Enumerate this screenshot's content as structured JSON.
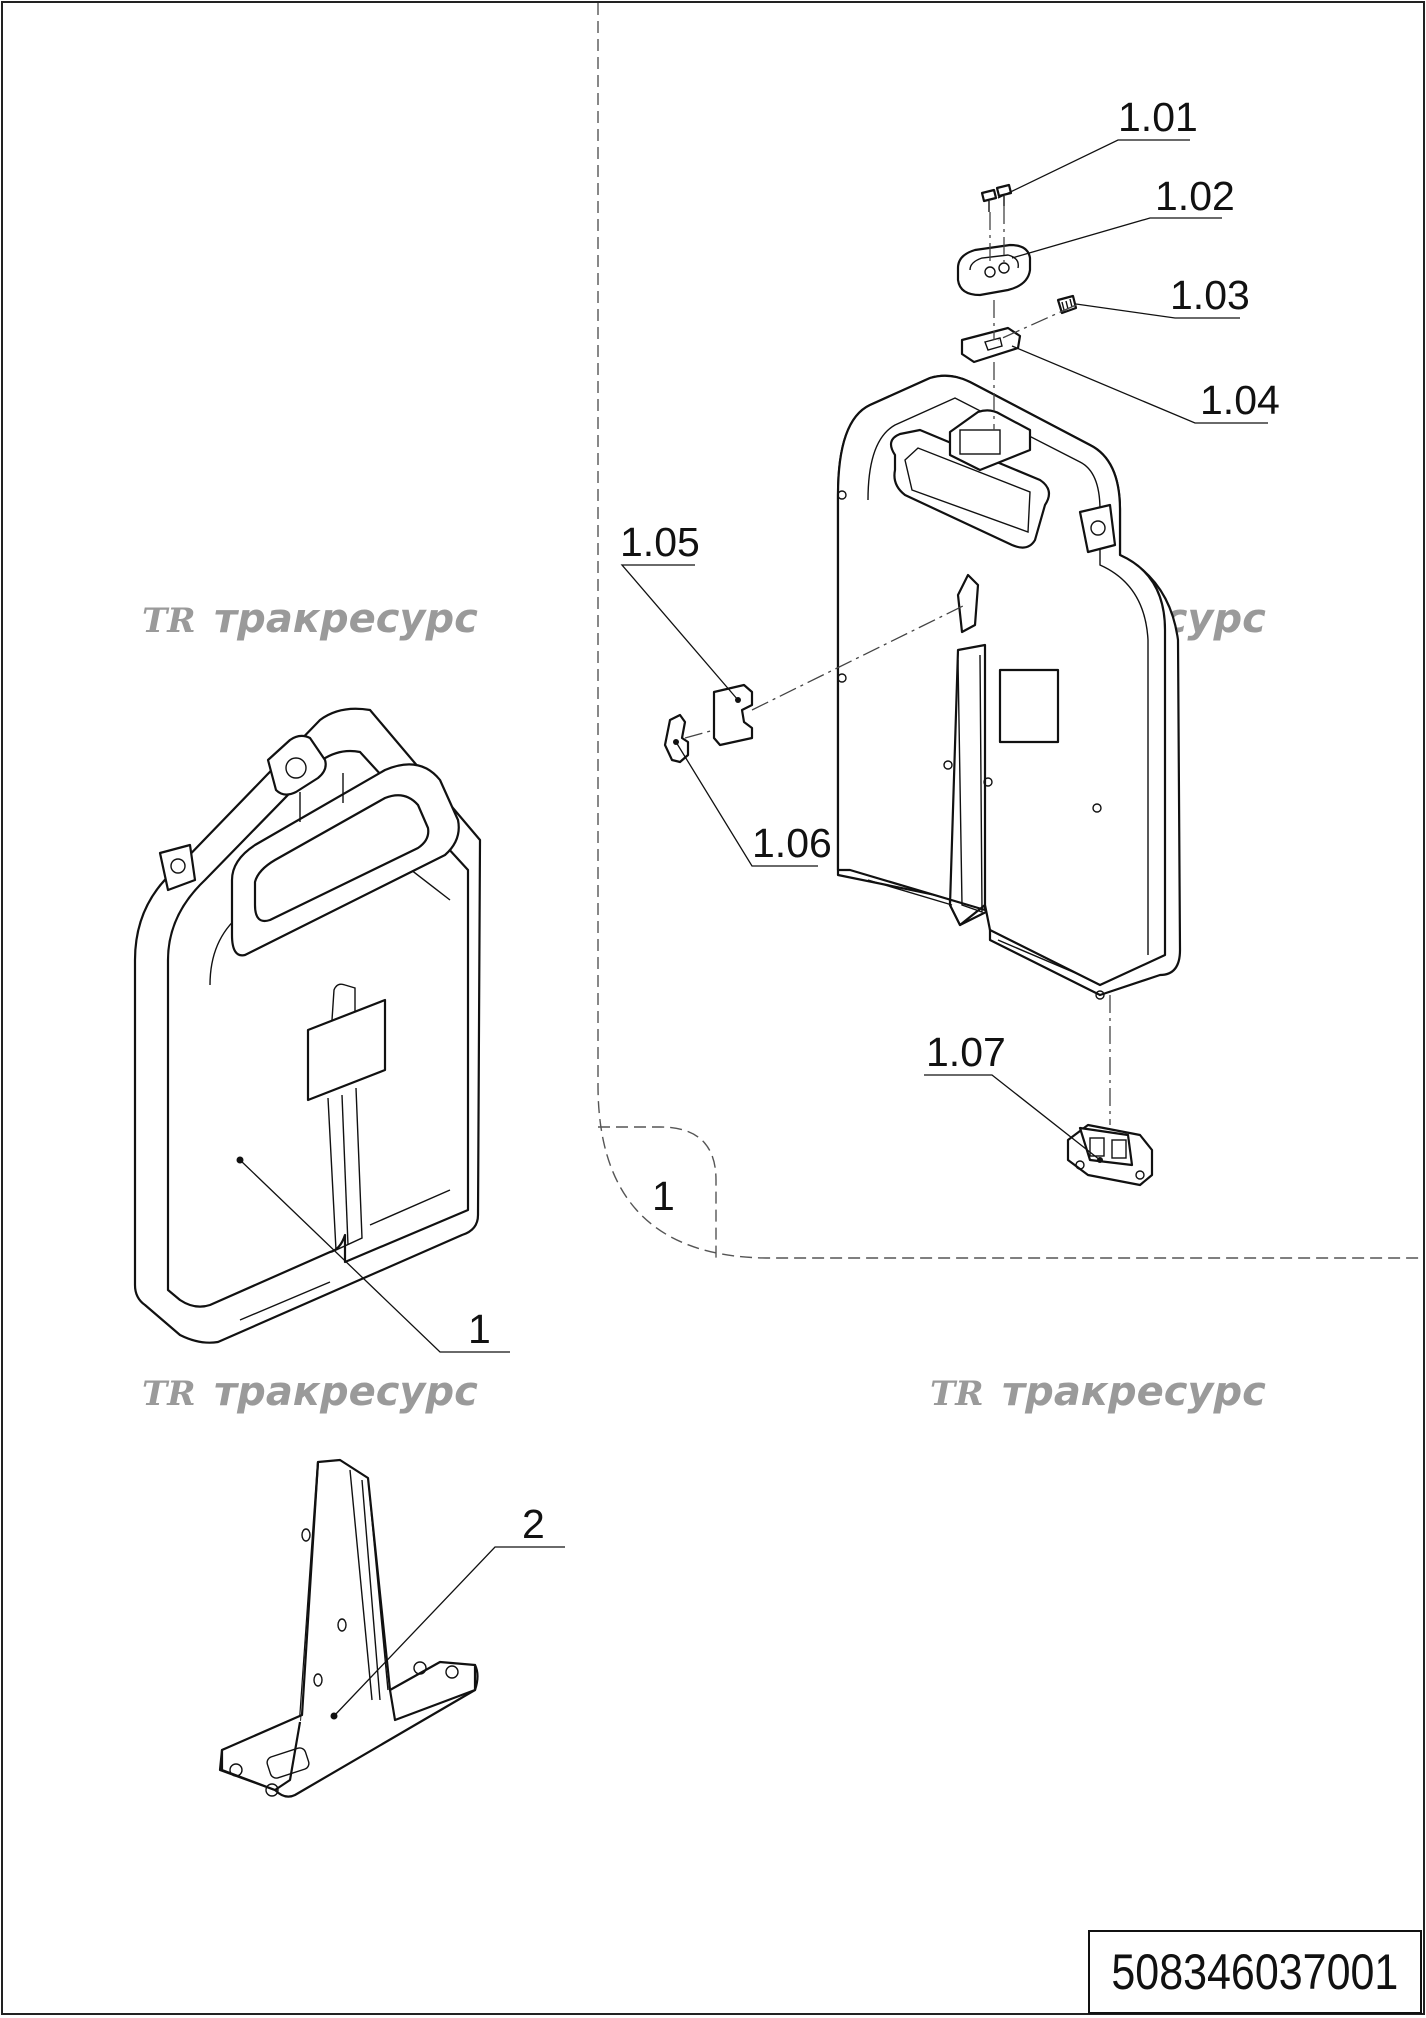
{
  "callouts": [
    {
      "id": "c101",
      "text": "1.01"
    },
    {
      "id": "c102",
      "text": "1.02"
    },
    {
      "id": "c103",
      "text": "1.03"
    },
    {
      "id": "c104",
      "text": "1.04"
    },
    {
      "id": "c105",
      "text": "1.05"
    },
    {
      "id": "c106",
      "text": "1.06"
    },
    {
      "id": "c107",
      "text": "1.07"
    },
    {
      "id": "c1",
      "text": "1"
    },
    {
      "id": "c2",
      "text": "2"
    }
  ],
  "detail_view_label": "1",
  "watermark": {
    "logo": "TR",
    "text": "тракресурс",
    "color": "#9a9a9a"
  },
  "document_code": "508346037001"
}
